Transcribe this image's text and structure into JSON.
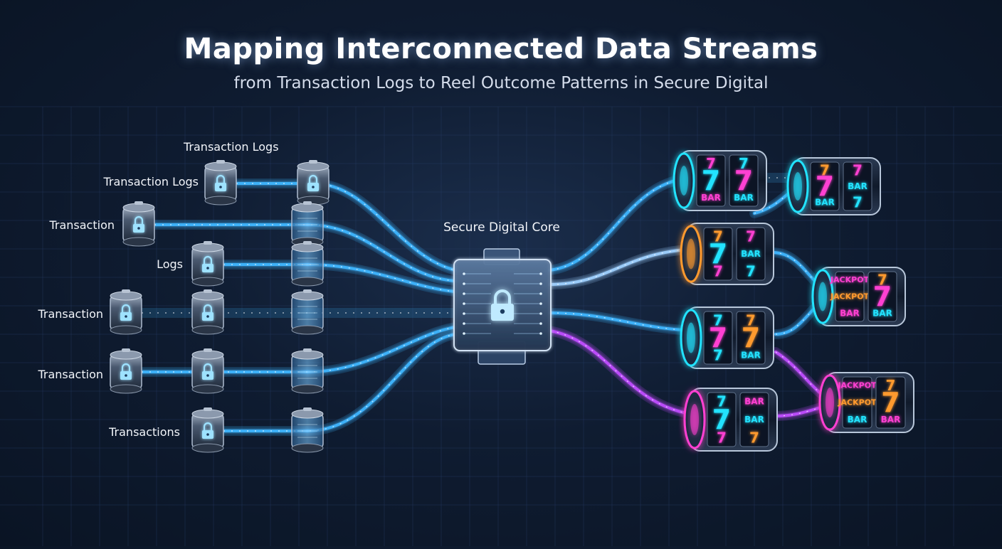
{
  "header": {
    "title": "Mapping Interconnected Data Streams",
    "subtitle": "from Transaction Logs to Reel Outcome Patterns in Secure Digital"
  },
  "sources": {
    "labels": [
      "Transaction Logs",
      "Transaction Logs",
      "Transaction",
      "Logs",
      "Transaction",
      "Transaction",
      "Transactions"
    ]
  },
  "core": {
    "label": "Secure Digital Core",
    "icon": "padlock-icon"
  },
  "reels": {
    "symbols": [
      "7",
      "BAR",
      "JACKPOT"
    ]
  },
  "colors": {
    "background": "#0f1c31",
    "stream_blue": "#3fb6ff",
    "stream_purple": "#c04cff",
    "reel_cyan": "#22e3ff",
    "reel_magenta": "#ff3fd2",
    "reel_orange": "#ff9a2e"
  }
}
